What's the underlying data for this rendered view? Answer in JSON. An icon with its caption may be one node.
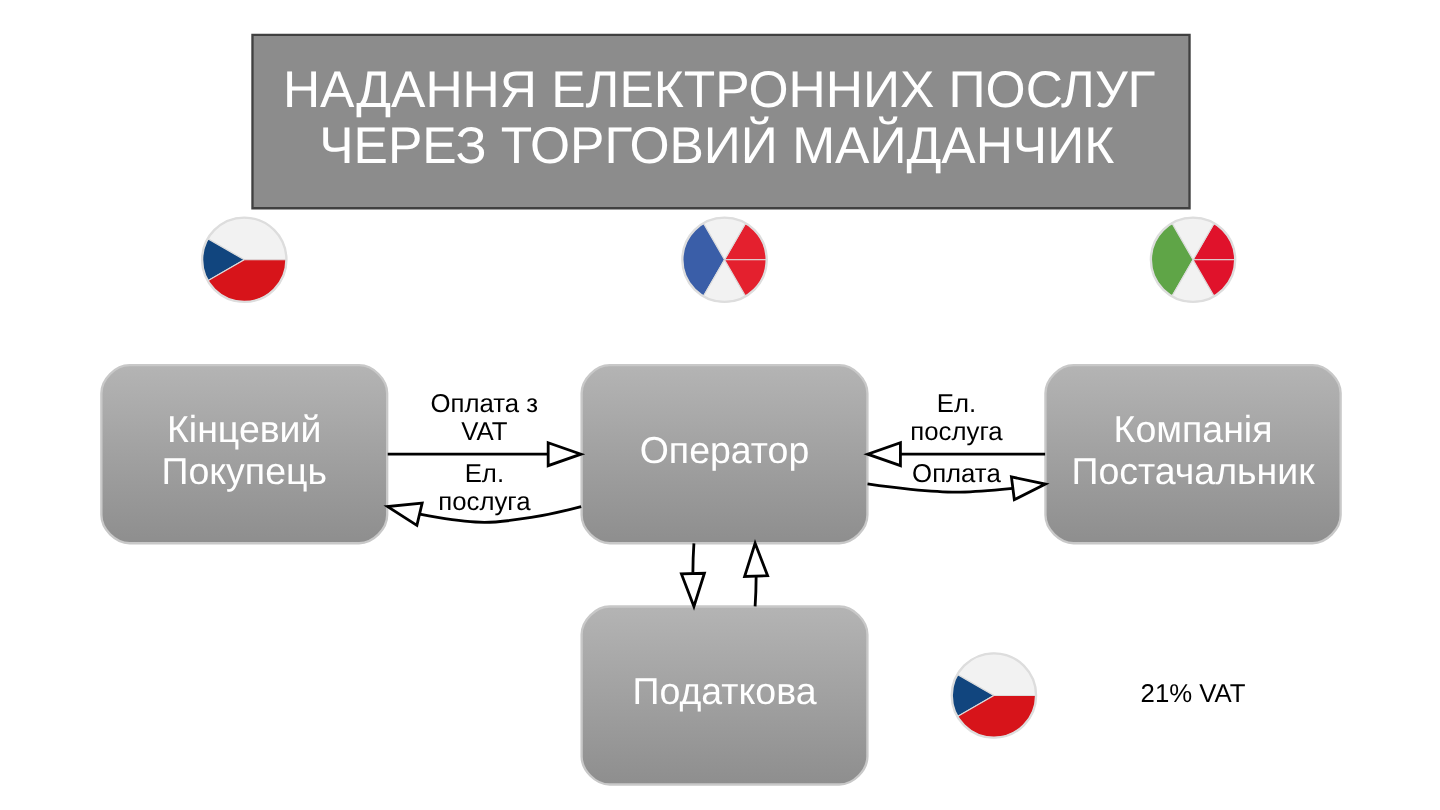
{
  "diagram": {
    "title": "НАДАННЯ ЕЛЕКТРОННИХ ПОСЛУГ ЧЕРЕЗ ТОРГОВИЙ МАЙДАНЧИК",
    "nodes": [
      {
        "text": [],
        "shape": "circle"
      },
      {
        "text": [],
        "shape": "circle"
      },
      {
        "text": [],
        "shape": "circle"
      },
      {
        "text": [
          "Кінцевий Покупець"
        ]
      },
      {
        "text": [
          "Оператор"
        ]
      },
      {
        "text": [
          "Компанія Постачальник"
        ]
      },
      {
        "text": [
          "Податкова"
        ]
      },
      {
        "text": [],
        "shape": "circle"
      }
    ],
    "edges": [
      {
        "from": 4,
        "to": 3,
        "arrow": "to",
        "label": "Ел. послуга"
      },
      {
        "from": 3,
        "to": 4,
        "arrow": "to",
        "label": "Оплата з VAT"
      },
      {
        "from": 5,
        "to": 4,
        "arrow": "to",
        "label": "Ел. послуга"
      },
      {
        "from": 4,
        "to": 5,
        "arrow": "to",
        "label": "Оплата"
      },
      {
        "from": 6,
        "to": 4,
        "arrow": "to"
      },
      {
        "from": 4,
        "to": 6,
        "arrow": "to"
      }
    ],
    "labels": [
      "21% VAT"
    ]
  }
}
